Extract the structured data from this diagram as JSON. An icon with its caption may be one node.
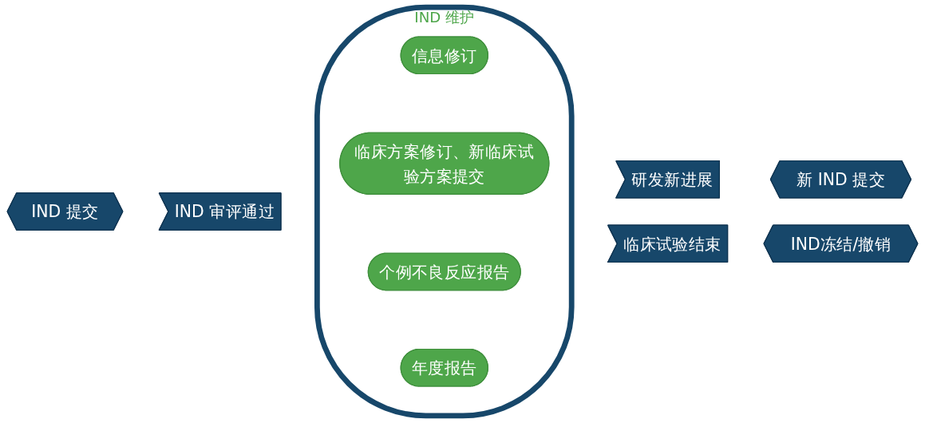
{
  "diagram": {
    "nodes": [
      {
        "text": [
          "IND 提交"
        ]
      },
      {
        "text": [
          "IND 审评通过"
        ]
      },
      {
        "text": [
          "IND 维护"
        ]
      },
      {
        "text": [
          "信息修订"
        ],
        "in": 2
      },
      {
        "text": [
          "临床方案修订、新临床试验方案提交"
        ],
        "in": 2
      },
      {
        "text": [
          "个例不良反应报告"
        ],
        "in": 2
      },
      {
        "text": [
          "年度报告"
        ],
        "in": 2
      },
      {
        "text": [
          "研发新进展"
        ]
      },
      {
        "text": [
          "新 IND 提交"
        ]
      },
      {
        "text": [
          "临床试验结束"
        ]
      },
      {
        "text": [
          "IND冻结/撤销"
        ]
      }
    ],
    "edges": []
  }
}
